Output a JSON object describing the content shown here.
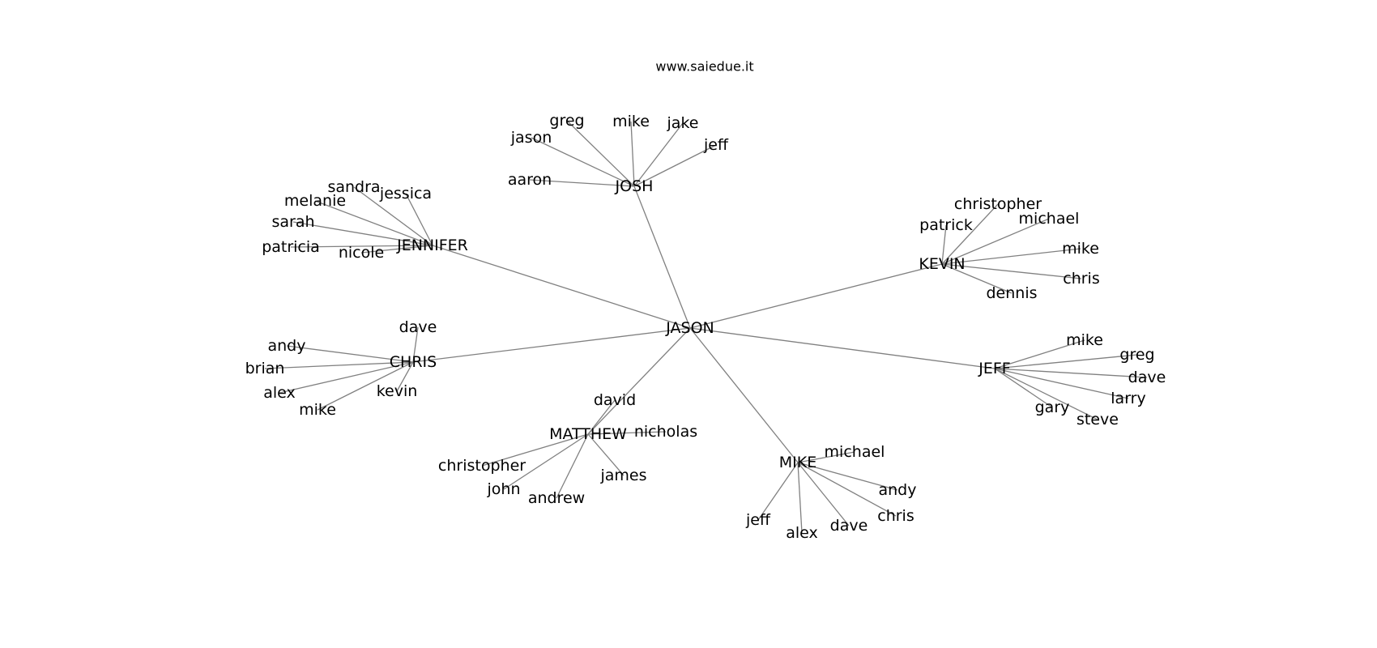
{
  "title": "www.saiedue.it",
  "graph": {
    "root": "JASON",
    "groups": [
      {
        "hub": "JOSH",
        "leaves": [
          "greg",
          "mike",
          "jake",
          "jason",
          "jeff",
          "aaron"
        ]
      },
      {
        "hub": "JENNIFER",
        "leaves": [
          "sandra",
          "jessica",
          "melanie",
          "sarah",
          "patricia",
          "nicole"
        ]
      },
      {
        "hub": "KEVIN",
        "leaves": [
          "christopher",
          "patrick",
          "michael",
          "mike",
          "chris",
          "dennis"
        ]
      },
      {
        "hub": "CHRIS",
        "leaves": [
          "dave",
          "andy",
          "brian",
          "alex",
          "kevin",
          "mike"
        ]
      },
      {
        "hub": "JEFF",
        "leaves": [
          "mike",
          "greg",
          "dave",
          "larry",
          "gary",
          "steve"
        ]
      },
      {
        "hub": "MATTHEW",
        "leaves": [
          "david",
          "nicholas",
          "christopher",
          "james",
          "john",
          "andrew"
        ]
      },
      {
        "hub": "MIKE",
        "leaves": [
          "michael",
          "andy",
          "chris",
          "jeff",
          "alex",
          "dave"
        ]
      }
    ]
  }
}
